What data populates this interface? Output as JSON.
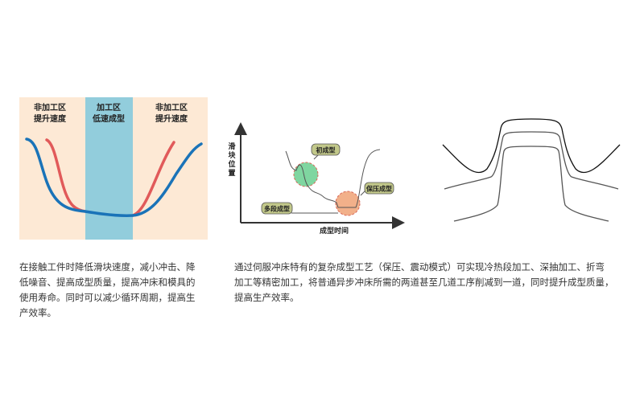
{
  "figure1": {
    "left_zone": [
      "非加工区",
      "提升速度"
    ],
    "center_zone": [
      "加工区",
      "低速成型"
    ],
    "right_zone": [
      "非加工区",
      "提升速度"
    ],
    "colors": {
      "zone_bg": "#fde9d5",
      "center_bg": "#92cddc",
      "blue_curve": "#1a73b8",
      "red_curve": "#e15a5a"
    }
  },
  "figure2": {
    "y_axis_label": [
      "滑",
      "块",
      "位",
      "置"
    ],
    "x_axis_label": "成型时间",
    "callouts": {
      "initial": "初成型",
      "multi_stage": "多段成型",
      "pressure_hold": "保压成型"
    },
    "colors": {
      "green": "#7fd6a0",
      "orange": "#f2b08a",
      "callout_bg": "#c2c88a"
    }
  },
  "text": {
    "left_lines": [
      "在接触工件时降低滑块速度，减小冲击、降",
      "低噪音、提高成型质量，提高冲床和模具的",
      "使用寿命。同时可以减少循环周期，提高生",
      "产效率。"
    ],
    "right_lines": [
      "通过伺服冲床特有的复杂成型工艺（保压、震动模式）可实现冷热段加工、深抽加工、折弯",
      "加工等精密加工，将普通异步冲床所需的两道甚至几道工序削减到一道，同时提升成型质量，",
      "提高生产效率。"
    ]
  }
}
